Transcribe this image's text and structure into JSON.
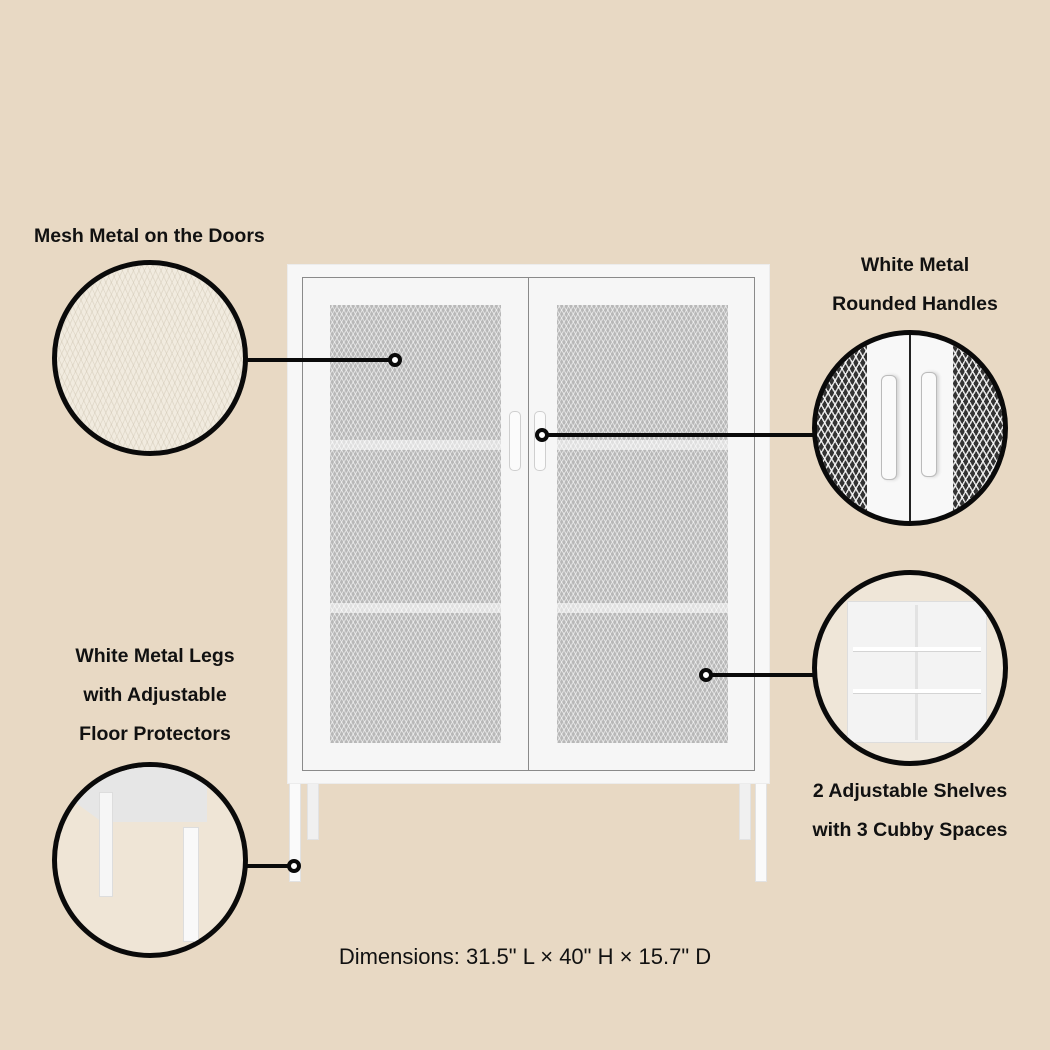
{
  "callouts": {
    "mesh": {
      "title": "Mesh Metal on the Doors"
    },
    "handles": {
      "line1": "White Metal",
      "line2": "Rounded Handles"
    },
    "legs": {
      "line1": "White Metal Legs",
      "line2": "with Adjustable",
      "line3": "Floor Protectors"
    },
    "shelves": {
      "line1": "2 Adjustable Shelves",
      "line2": "with 3 Cubby Spaces"
    }
  },
  "dimensions": "Dimensions: 31.5\" L × 40\" H × 15.7\" D",
  "colors": {
    "background": "#e8d9c4",
    "cabinet": "#f7f7f7",
    "callout_line": "#0a0a0a"
  }
}
